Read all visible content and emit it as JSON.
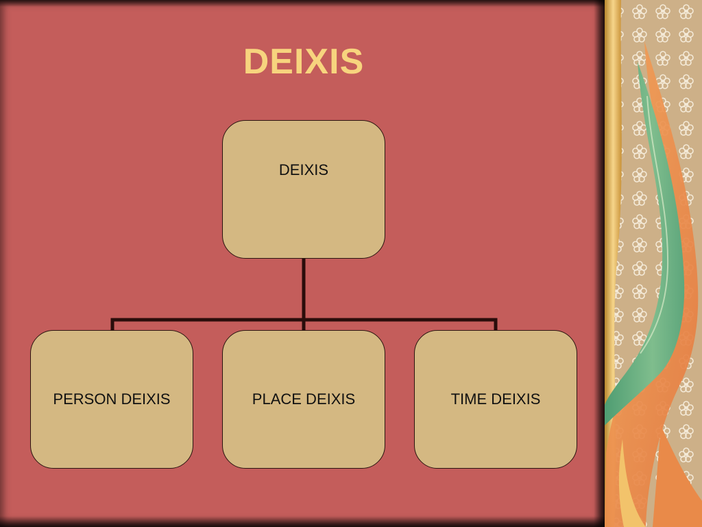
{
  "slide": {
    "title": "DEIXIS",
    "colors": {
      "background": "#c45d5b",
      "title": "#f7d47e",
      "node_fill": "#d4b882",
      "node_border": "#2a1410",
      "connector": "#2a0d0b"
    }
  },
  "diagram": {
    "root": {
      "label": "DEIXIS"
    },
    "children": [
      {
        "label": "PERSON DEIXIS"
      },
      {
        "label": "PLACE DEIXIS"
      },
      {
        "label": "TIME DEIXIS"
      }
    ]
  }
}
